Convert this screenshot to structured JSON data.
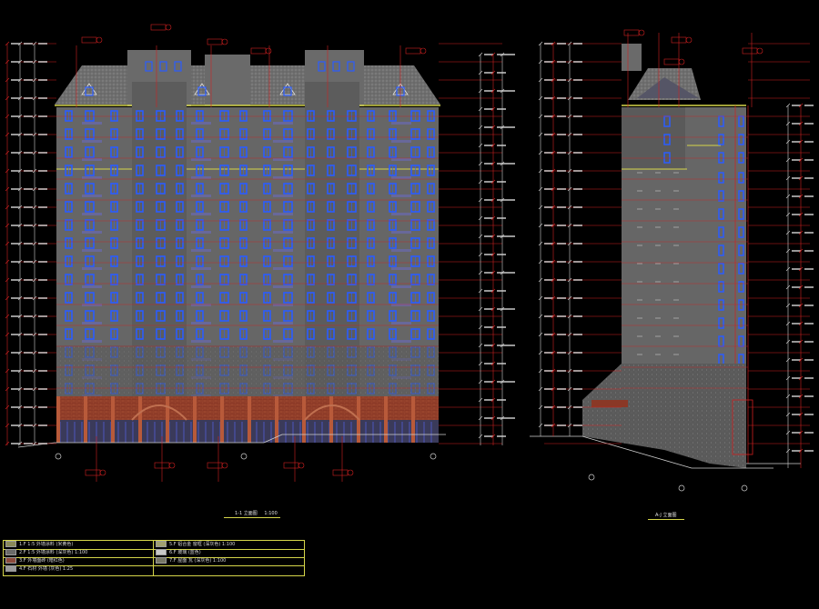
{
  "drawing": {
    "front_elevation": {
      "caption": "1-1 立面图",
      "scale": "1:100"
    },
    "side_elevation": {
      "caption": "A-J 立面图"
    },
    "legend": [
      {
        "text": "1.F 1:5 外墙涂料 (米黄色)",
        "swatch": "#8a8a5a"
      },
      {
        "text": "2.F 1:5 外墙涂料 (深灰色) 1:100",
        "swatch": "#6a6a6a"
      },
      {
        "text": "3.F 外墙面砖 (暗红色)",
        "swatch": "#8c4a3c"
      },
      {
        "text": "4.F 石材 外墙 (灰色) 1:25",
        "swatch": "#9a9a9a"
      },
      {
        "text": "5.F 铝合金 窗框 (深灰色) 1:100",
        "swatch": "#a0a070"
      },
      {
        "text": "6.F 玻璃 (蓝色)",
        "swatch": "#c8c8c8"
      },
      {
        "text": "7.F 屋面 瓦 (深灰色) 1:100",
        "swatch": "#777766"
      }
    ],
    "colors": {
      "background": "#000000",
      "facade": "#666666",
      "window": "#2a5cff",
      "dimension_red": "#d02020",
      "podium_brick": "#8c3a2a",
      "roof": "#707070",
      "trim_yellow": "#d6d64a",
      "grid_white": "#cfcfcf"
    }
  }
}
